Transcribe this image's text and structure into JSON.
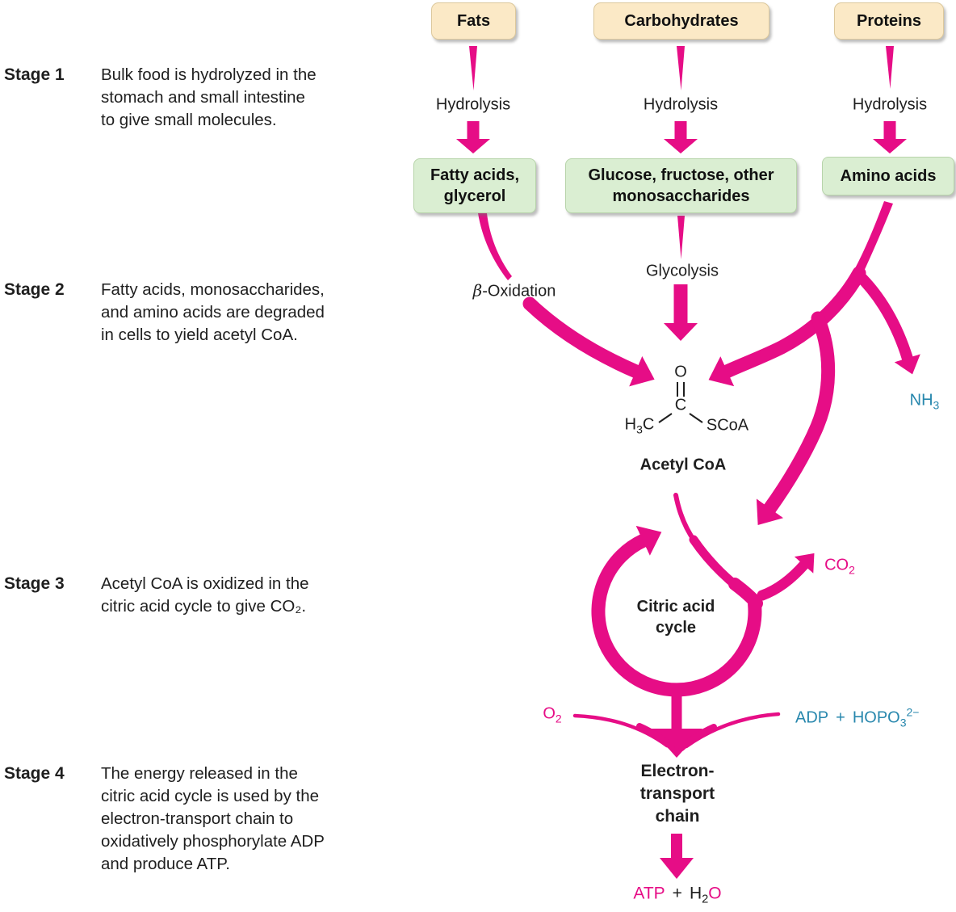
{
  "colors": {
    "arrow_pink": "#e60d86",
    "molecule_teal": "#2787ad",
    "box_cream_fill": "#fbe9c6",
    "box_cream_border": "#dcc89c",
    "box_green_fill": "#daeed2",
    "box_green_border": "#b7d4aa",
    "text": "#1f1f1f"
  },
  "stages": [
    {
      "label": "Stage 1",
      "lines": [
        "Bulk food is hydrolyzed in the",
        "stomach and small intestine",
        "to give small molecules."
      ]
    },
    {
      "label": "Stage 2",
      "lines": [
        "Fatty acids, monosaccharides,",
        "and amino acids are degraded",
        "in cells to yield acetyl CoA."
      ]
    },
    {
      "label": "Stage 3",
      "lines": [
        "Acetyl CoA is oxidized in the",
        "citric acid cycle to give CO₂."
      ]
    },
    {
      "label": "Stage 4",
      "lines": [
        "The energy released in the",
        "citric acid cycle is used by the",
        "electron-transport chain to",
        "oxidatively phosphorylate ADP",
        "and produce ATP."
      ]
    }
  ],
  "top_boxes": {
    "fats": "Fats",
    "carbohydrates": "Carbohydrates",
    "proteins": "Proteins"
  },
  "mid_boxes": {
    "fatty": {
      "line1": "Fatty acids,",
      "line2": "glycerol"
    },
    "glucose": {
      "line1": "Glucose, fructose, other",
      "line2": "monosaccharides"
    },
    "amino": "Amino acids"
  },
  "process_labels": {
    "hydrolysis": "Hydrolysis",
    "glycolysis": "Glycolysis",
    "beta": "β",
    "beta_rest": "-Oxidation"
  },
  "acetyl": {
    "o": "O",
    "c": "C",
    "h": "H",
    "h_sub": "3",
    "c2": "C",
    "scoa": "SCoA",
    "caption": "Acetyl CoA"
  },
  "cycle": {
    "line1": "Citric acid",
    "line2": "cycle"
  },
  "etc": {
    "line1": "Electron-",
    "line2": "transport",
    "line3": "chain"
  },
  "molecules": {
    "nh3": {
      "base": "NH",
      "sub": "3"
    },
    "co2": {
      "base": "CO",
      "sub": "2"
    },
    "o2": {
      "base": "O",
      "sub": "2"
    },
    "adp": "ADP",
    "plus": "+",
    "hopo3": {
      "base": "HOPO",
      "sub": "3",
      "sup": "2−"
    },
    "atp": "ATP",
    "h2o": {
      "h": "H",
      "sub": "2",
      "o": "O"
    }
  }
}
